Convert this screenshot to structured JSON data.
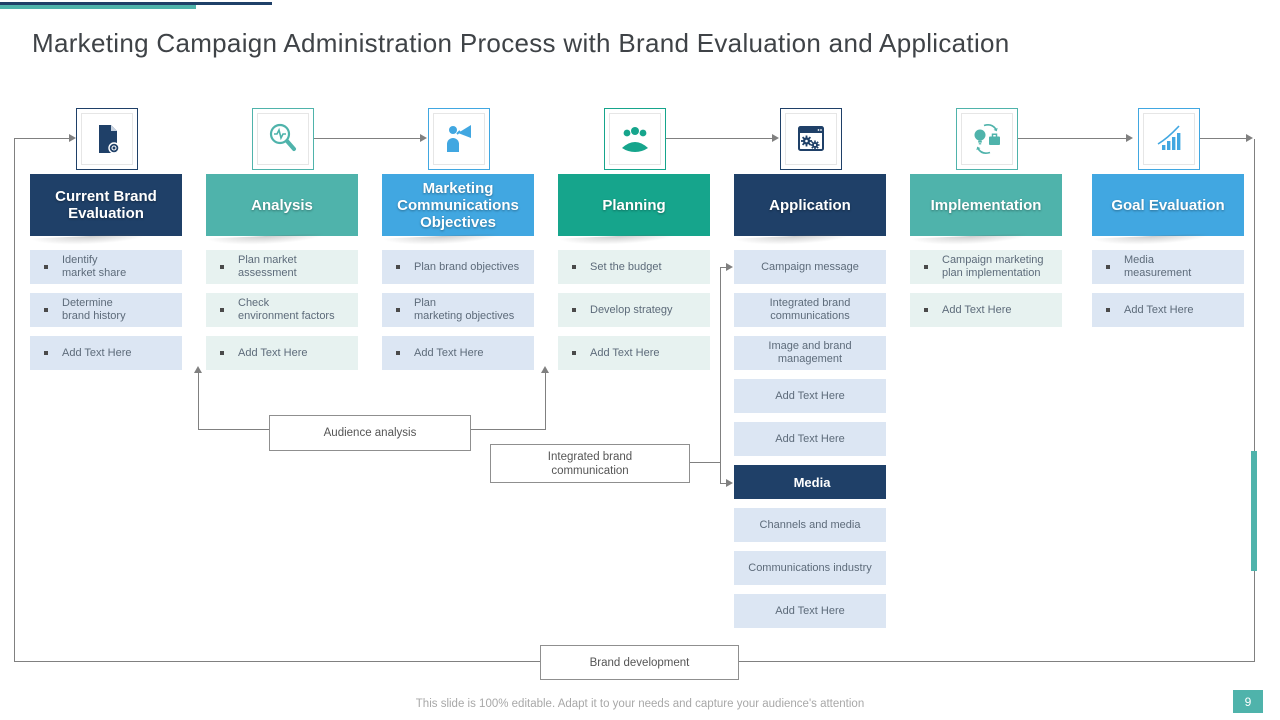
{
  "slide": {
    "title": "Marketing Campaign Administration Process with Brand Evaluation and Application",
    "footer": "This slide is 100% editable. Adapt it to your needs and capture your audience's attention",
    "page_number": "9"
  },
  "colors": {
    "navy": "#1F4068",
    "teal": "#4FB3AB",
    "blue": "#41A7E1",
    "green": "#16A58C",
    "item-blue": "#DCE6F3",
    "item-mint": "#E7F2F0",
    "item-text": "#5D6B7A",
    "line": "#808080",
    "title-text": "#3F4347",
    "footer-text": "#A8A8A8"
  },
  "columns": [
    {
      "header": "Current Brand Evaluation",
      "icon": "document-report-icon",
      "items": [
        {
          "text": "Identify\nmarket share"
        },
        {
          "text": "Determine\nbrand history"
        },
        {
          "text": "Add Text Here"
        }
      ]
    },
    {
      "header": "Analysis",
      "icon": "magnifier-pulse-icon",
      "items": [
        {
          "text": "Plan market\nassessment"
        },
        {
          "text": "Check\nenvironment factors"
        },
        {
          "text": "Add Text Here"
        }
      ]
    },
    {
      "header": "Marketing Communications Objectives",
      "icon": "megaphone-person-icon",
      "items": [
        {
          "text": "Plan brand objectives"
        },
        {
          "text": "Plan\nmarketing objectives"
        },
        {
          "text": "Add Text Here"
        }
      ]
    },
    {
      "header": "Planning",
      "icon": "meeting-group-icon",
      "items": [
        {
          "text": "Set the budget"
        },
        {
          "text": "Develop strategy"
        },
        {
          "text": "Add Text Here"
        }
      ]
    },
    {
      "header": "Application",
      "icon": "browser-gears-icon",
      "items": [
        {
          "text": "Campaign message"
        },
        {
          "text": "Integrated brand\ncommunications"
        },
        {
          "text": "Image and brand\nmanagement"
        },
        {
          "text": "Add Text Here"
        },
        {
          "text": "Add Text Here"
        },
        {
          "text": "Media"
        },
        {
          "text": "Channels and media"
        },
        {
          "text": "Communications industry"
        },
        {
          "text": "Add Text Here"
        }
      ]
    },
    {
      "header": "Implementation",
      "icon": "idea-cycle-icon",
      "items": [
        {
          "text": "Campaign marketing\nplan implementation"
        },
        {
          "text": "Add Text Here"
        }
      ]
    },
    {
      "header": "Goal Evaluation",
      "icon": "growth-chart-icon",
      "items": [
        {
          "text": "Media\nmeasurement"
        },
        {
          "text": "Add Text Here"
        }
      ]
    }
  ],
  "connector_labels": {
    "audience_analysis": "Audience analysis",
    "integrated_brand_communication": "Integrated brand\ncommunication",
    "brand_development": "Brand development"
  }
}
